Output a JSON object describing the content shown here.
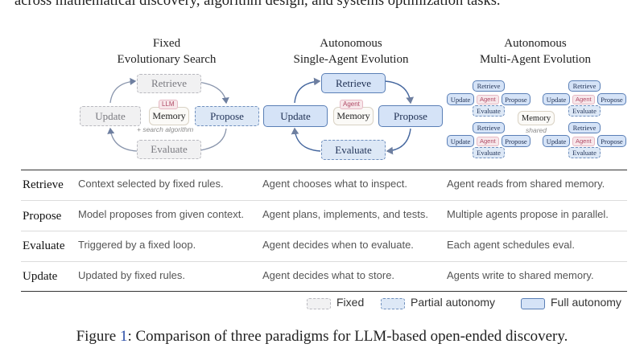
{
  "top_text": "across mathematical discovery, algorithm design, and systems optimization tasks.",
  "columns": [
    {
      "title_line1": "Fixed",
      "title_line2": "Evolutionary Search"
    },
    {
      "title_line1": "Autonomous",
      "title_line2": "Single-Agent Evolution"
    },
    {
      "title_line1": "Autonomous",
      "title_line2": "Multi-Agent Evolution"
    }
  ],
  "diagram": {
    "retrieve": "Retrieve",
    "propose": "Propose",
    "evaluate": "Evaluate",
    "update": "Update",
    "memory": "Memory",
    "llm_tag": "LLM",
    "agent_tag": "Agent",
    "search_note": "+ search algorithm",
    "shared_note": "shared"
  },
  "table": {
    "rows": [
      {
        "label": "Retrieve",
        "cells": [
          "Context selected by fixed rules.",
          "Agent chooses what to inspect.",
          "Agent reads from shared memory."
        ]
      },
      {
        "label": "Propose",
        "cells": [
          "Model proposes from given context.",
          "Agent plans, implements, and tests.",
          "Multiple agents propose in parallel."
        ]
      },
      {
        "label": "Evaluate",
        "cells": [
          "Triggered by a fixed loop.",
          "Agent decides when to evaluate.",
          "Each agent schedules eval."
        ]
      },
      {
        "label": "Update",
        "cells": [
          "Updated by fixed rules.",
          "Agent decides what to store.",
          "Agents write to shared memory."
        ]
      }
    ]
  },
  "legend": {
    "fixed": "Fixed",
    "partial": "Partial autonomy",
    "full": "Full autonomy"
  },
  "caption": {
    "prefix": "Figure ",
    "number": "1",
    "text": ": Comparison of three paradigms for LLM-based open-ended discovery."
  },
  "colors": {
    "fixed_fill": "#f1f1f2",
    "partial_fill": "#dde8f6",
    "full_fill": "#d5e3f7",
    "border_blue": "#5a7fb6",
    "tag_pink": "#b04a66",
    "link_blue": "#2b4fa8"
  }
}
